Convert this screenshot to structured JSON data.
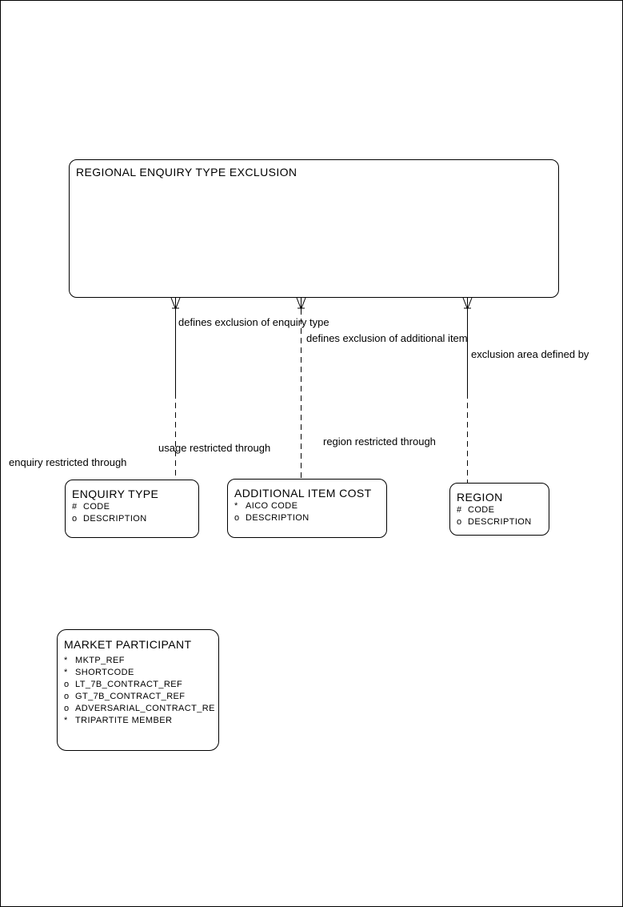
{
  "colors": {
    "line": "#000000",
    "background": "#ffffff",
    "text": "#000000"
  },
  "root_entity": {
    "name": "REGIONAL ENQUIRY TYPE EXCLUSION"
  },
  "relationships": [
    {
      "from_label": "defines exclusion of enquiry type",
      "to_label": "enquiry restricted through",
      "to_entity": "ENQUIRY TYPE",
      "line_style": "solid-then-dashed",
      "cardinality_icon": "crows-foot-many"
    },
    {
      "from_label": "defines exclusion of additional item",
      "to_label": "usage restricted through",
      "to_entity": "ADDITIONAL ITEM COST",
      "line_style": "dashed",
      "cardinality_icon": "crows-foot-many"
    },
    {
      "from_label": "exclusion area defined by",
      "to_label": "region restricted through",
      "to_entity": "REGION",
      "line_style": "solid-then-dashed",
      "cardinality_icon": "crows-foot-many"
    }
  ],
  "entities": [
    {
      "name": "ENQUIRY TYPE",
      "attributes": [
        {
          "marker": "#",
          "name": "CODE"
        },
        {
          "marker": "o",
          "name": "DESCRIPTION"
        }
      ]
    },
    {
      "name": "ADDITIONAL ITEM COST",
      "attributes": [
        {
          "marker": "*",
          "name": "AICO CODE"
        },
        {
          "marker": "o",
          "name": "DESCRIPTION"
        }
      ]
    },
    {
      "name": "REGION",
      "attributes": [
        {
          "marker": "#",
          "name": "CODE"
        },
        {
          "marker": "o",
          "name": "DESCRIPTION"
        }
      ]
    },
    {
      "name": "MARKET PARTICIPANT",
      "attributes": [
        {
          "marker": "*",
          "name": "MKTP_REF"
        },
        {
          "marker": "*",
          "name": "SHORTCODE"
        },
        {
          "marker": "o",
          "name": "LT_7B_CONTRACT_REF"
        },
        {
          "marker": "o",
          "name": "GT_7B_CONTRACT_REF"
        },
        {
          "marker": "o",
          "name": "ADVERSARIAL_CONTRACT_RE"
        },
        {
          "marker": "*",
          "name": "TRIPARTITE MEMBER"
        }
      ]
    }
  ]
}
